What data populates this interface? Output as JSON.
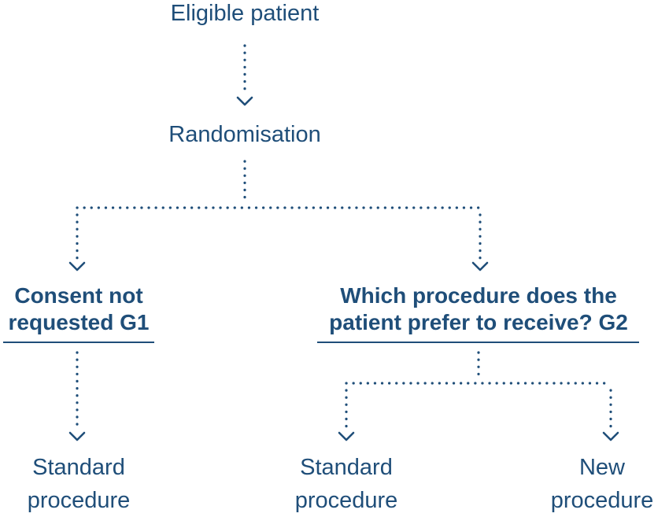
{
  "colors": {
    "text": "#1f4e79",
    "connector": "#1f4e79"
  },
  "nodes": {
    "eligible": "Eligible patient",
    "randomisation": "Randomisation",
    "g1": {
      "line1": "Consent not",
      "line2": "requested G1"
    },
    "g2": {
      "line1": "Which procedure does the",
      "line2": "patient prefer to receive? G2"
    },
    "g1_standard": {
      "line1": "Standard",
      "line2": "procedure"
    },
    "g2_standard": {
      "line1": "Standard",
      "line2": "procedure"
    },
    "g2_new": {
      "line1": "New",
      "line2": "procedure"
    }
  }
}
